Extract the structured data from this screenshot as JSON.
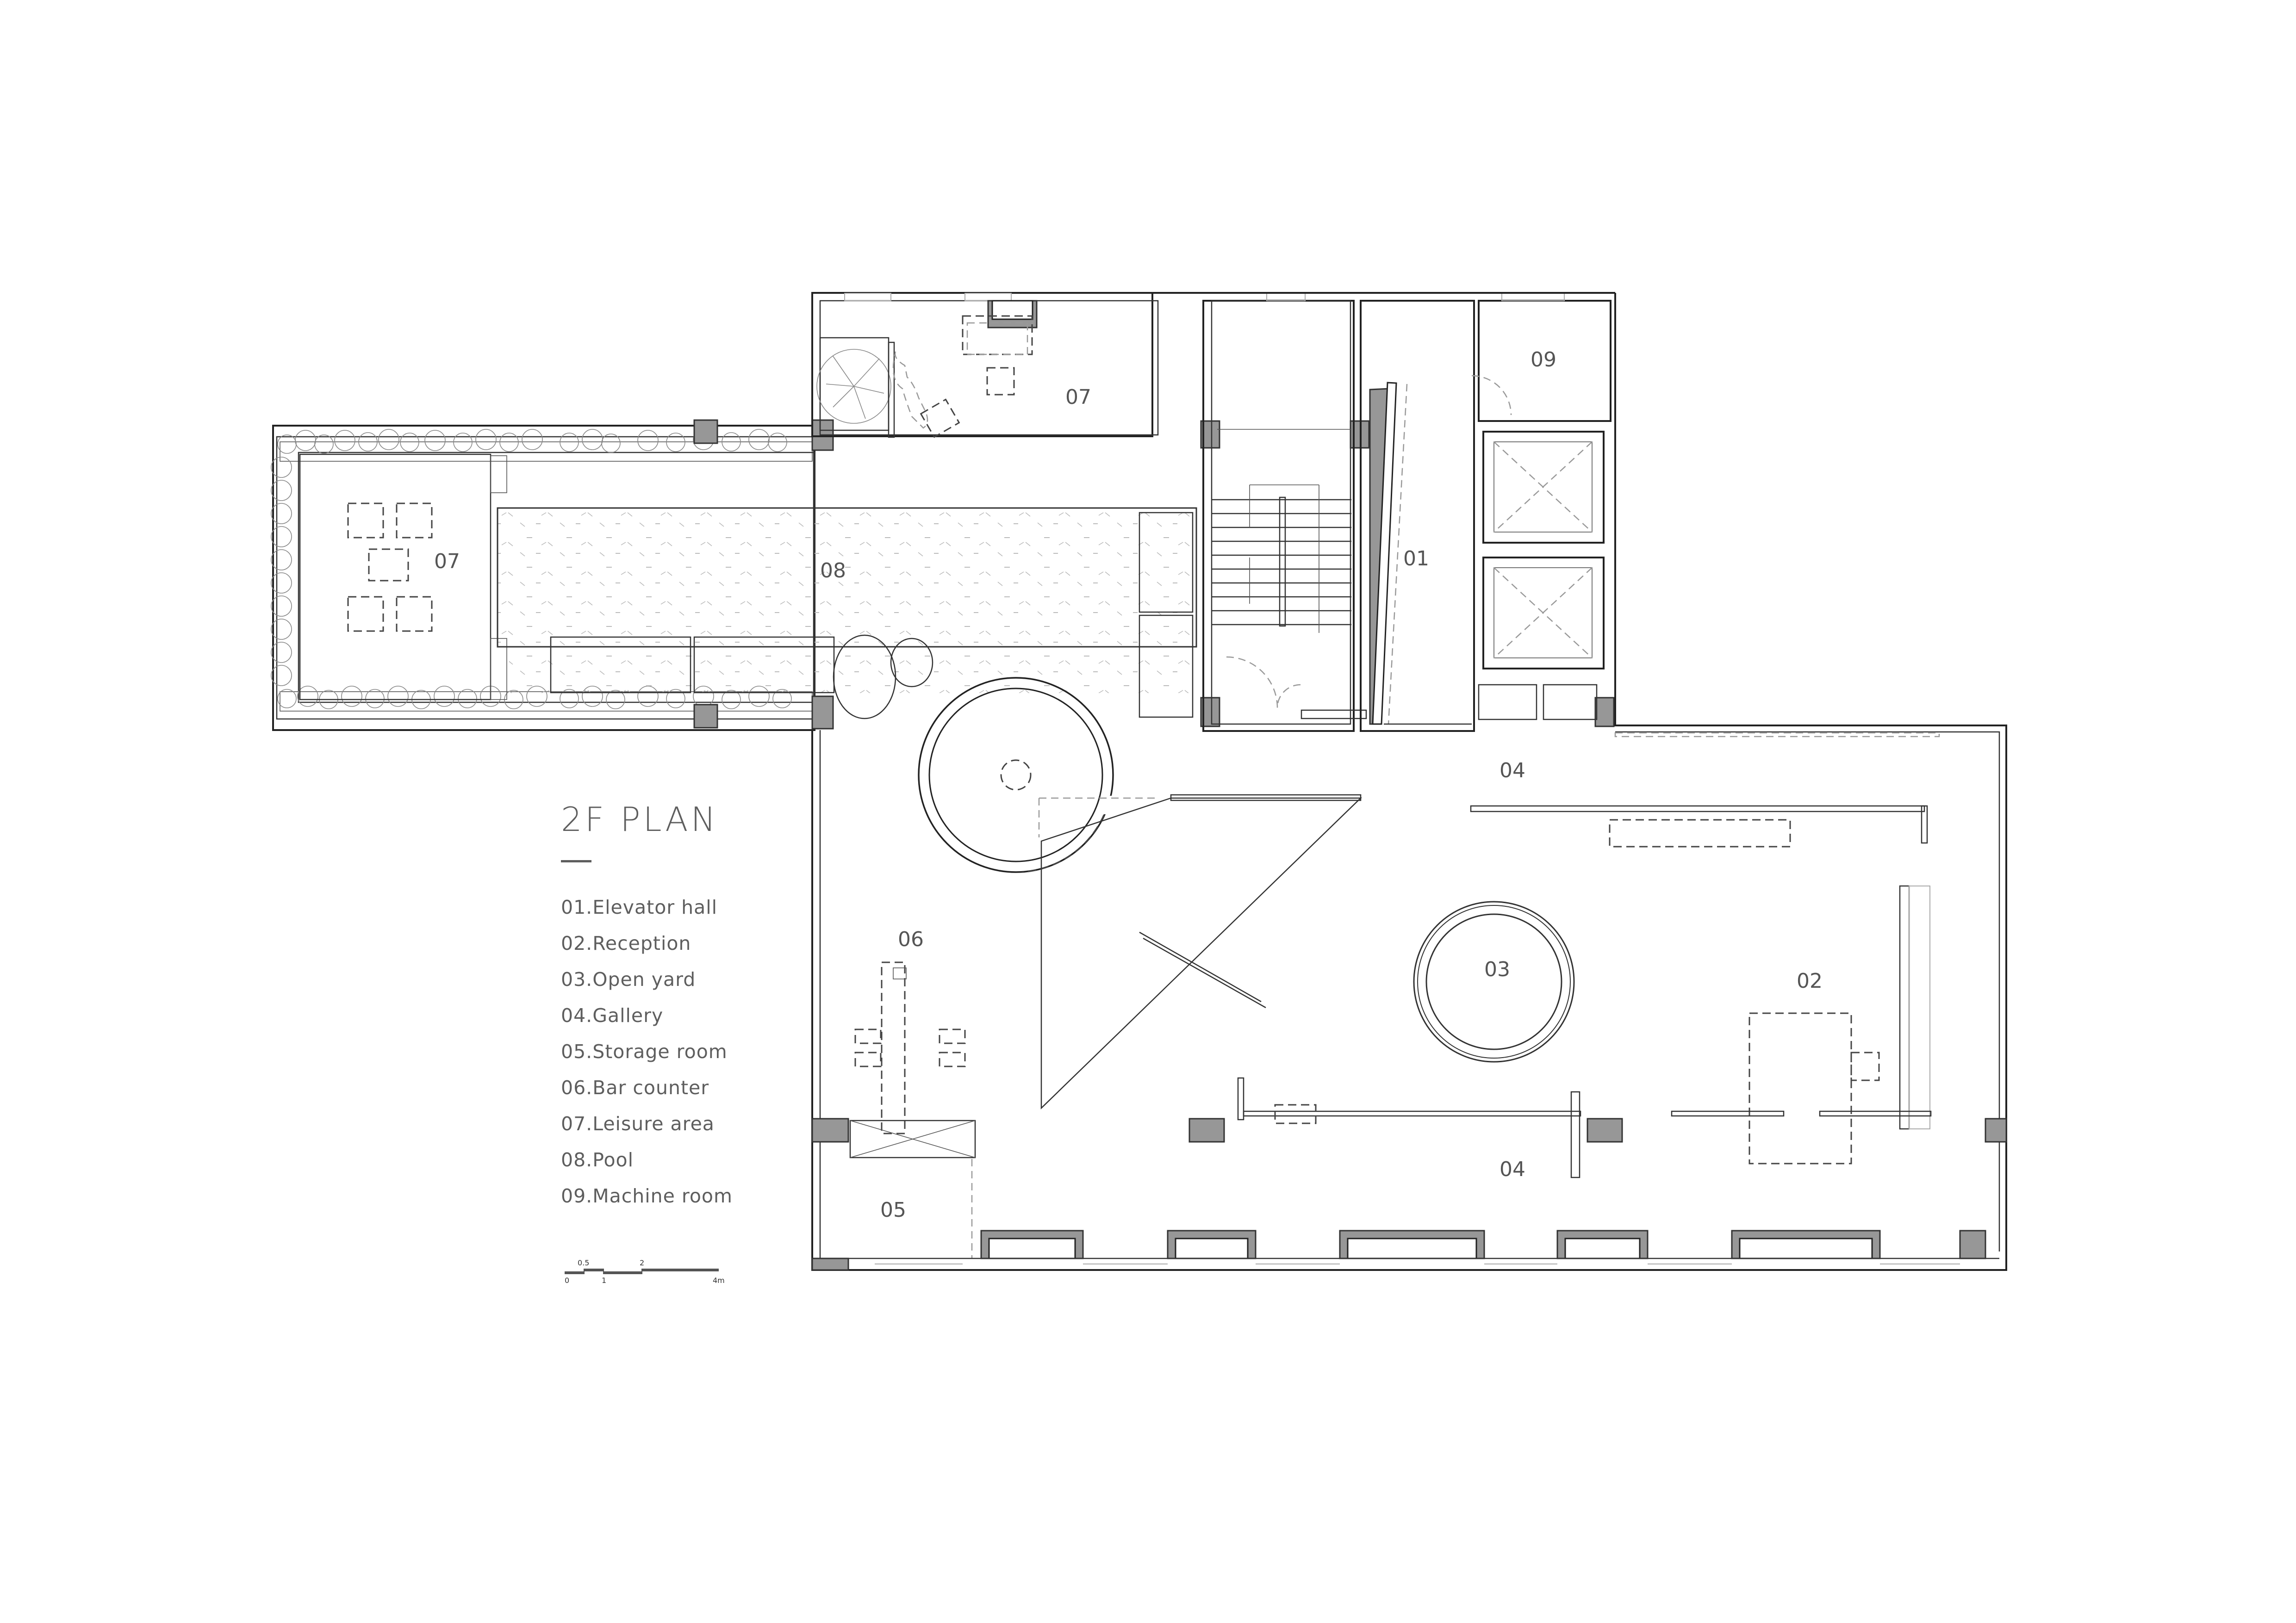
{
  "title": "2F PLAN",
  "legend": {
    "items": [
      {
        "code": "01",
        "label": "01.Elevator hall"
      },
      {
        "code": "02",
        "label": "02.Reception"
      },
      {
        "code": "03",
        "label": "03.Open yard"
      },
      {
        "code": "04",
        "label": "04.Gallery"
      },
      {
        "code": "05",
        "label": "05.Storage room"
      },
      {
        "code": "06",
        "label": "06.Bar counter"
      },
      {
        "code": "07",
        "label": "07.Leisure area"
      },
      {
        "code": "08",
        "label": "08.Pool"
      },
      {
        "code": "09",
        "label": "09.Machine room"
      }
    ]
  },
  "scale_bar": {
    "ticks": [
      "0",
      "0.5",
      "1",
      "2",
      "4m"
    ]
  },
  "room_labels": {
    "elevator_hall": "01",
    "reception": "02",
    "open_yard": "03",
    "gallery_north": "04",
    "gallery_south": "04",
    "storage_room": "05",
    "bar_counter": "06",
    "leisure_area_north": "07",
    "leisure_area_west": "07",
    "pool": "08",
    "machine_room": "09"
  },
  "colors": {
    "wall_line": "#222222",
    "column_fill": "#979797",
    "label_text": "#5e5e5e",
    "background": "#ffffff"
  }
}
